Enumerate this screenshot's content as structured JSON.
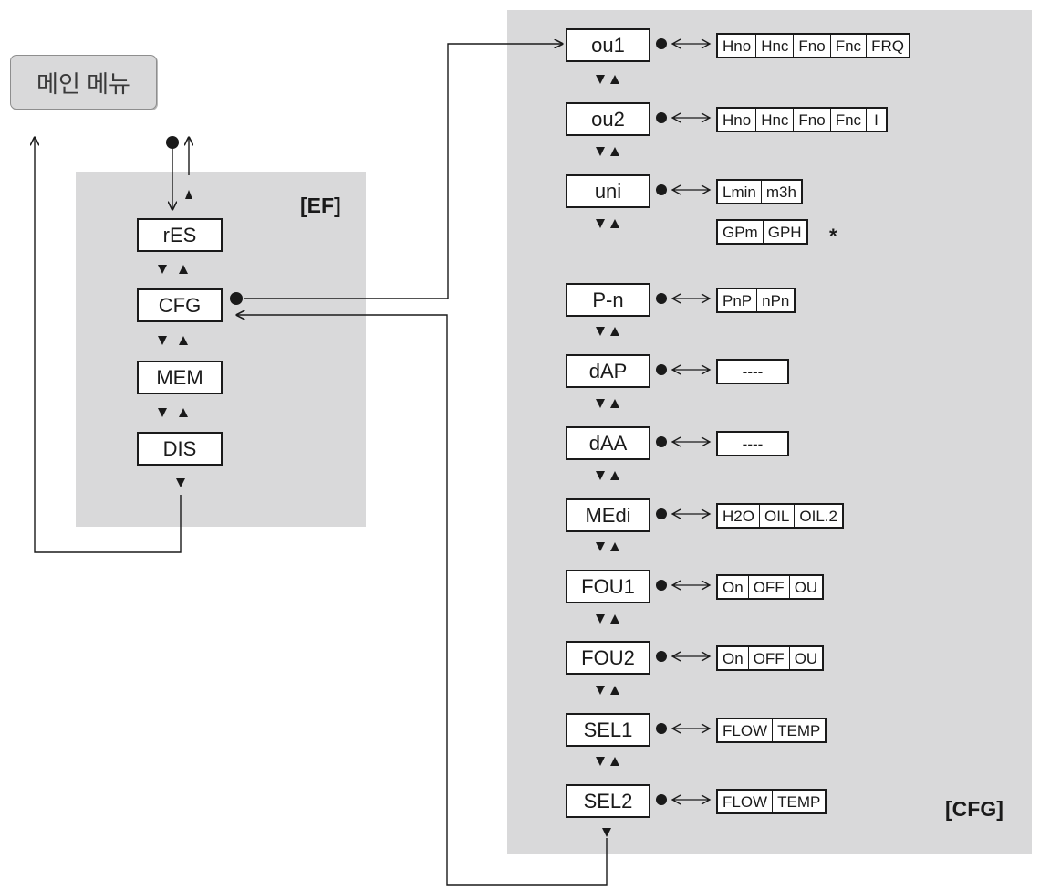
{
  "main_menu": {
    "label": "메인 메뉴"
  },
  "ef_menu": {
    "label": "[EF]",
    "items": [
      "rES",
      "CFG",
      "MEM",
      "DIS"
    ]
  },
  "cfg_menu": {
    "label": "[CFG]",
    "params": [
      {
        "name": "ou1",
        "options": [
          "Hno",
          "Hnc",
          "Fno",
          "Fnc",
          "FRQ"
        ]
      },
      {
        "name": "ou2",
        "options": [
          "Hno",
          "Hnc",
          "Fno",
          "Fnc",
          "I"
        ]
      },
      {
        "name": "uni",
        "options": [
          "Lmin",
          "m3h"
        ],
        "options_alt": [
          "GPm",
          "GPH"
        ],
        "note": "*"
      },
      {
        "name": "P-n",
        "options": [
          "PnP",
          "nPn"
        ]
      },
      {
        "name": "dAP",
        "options": [
          "----"
        ]
      },
      {
        "name": "dAA",
        "options": [
          "----"
        ]
      },
      {
        "name": "MEdi",
        "options": [
          "H2O",
          "OIL",
          "OIL.2"
        ]
      },
      {
        "name": "FOU1",
        "options": [
          "On",
          "OFF",
          "OU"
        ]
      },
      {
        "name": "FOU2",
        "options": [
          "On",
          "OFF",
          "OU"
        ]
      },
      {
        "name": "SEL1",
        "options": [
          "FLOW",
          "TEMP"
        ]
      },
      {
        "name": "SEL2",
        "options": [
          "FLOW",
          "TEMP"
        ]
      }
    ]
  },
  "colors": {
    "panel": "#d9d9da",
    "line": "#1a1a1a",
    "box": "#ffffff"
  }
}
